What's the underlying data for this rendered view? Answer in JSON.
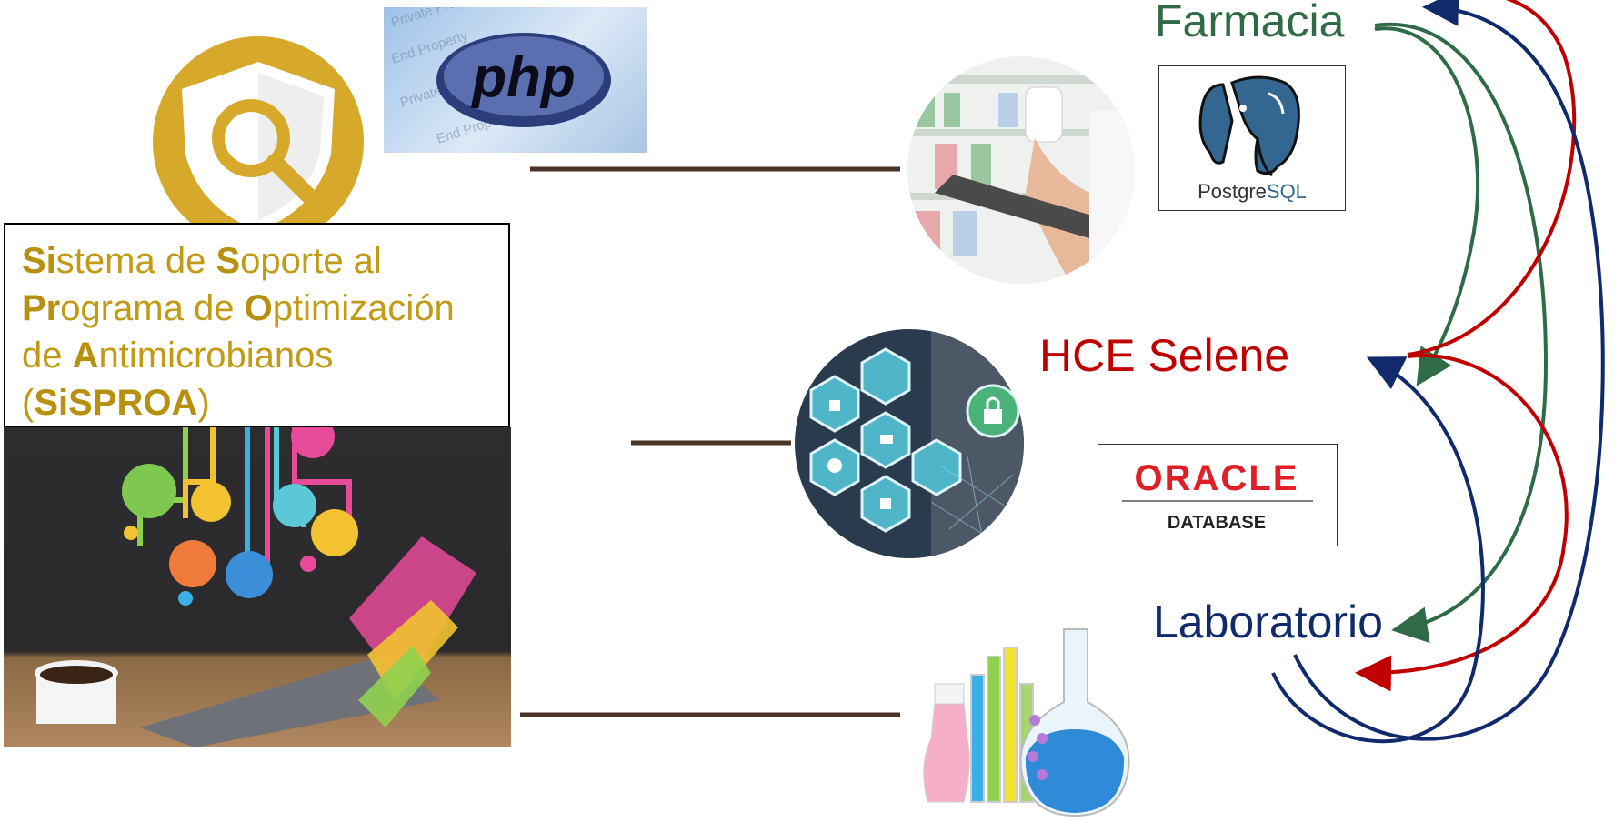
{
  "title": {
    "segments": [
      {
        "text": "Si",
        "bold": true
      },
      {
        "text": "stema de ",
        "bold": false
      },
      {
        "text": "S",
        "bold": true
      },
      {
        "text": "oporte al",
        "bold": false
      },
      {
        "br": true
      },
      {
        "text": "Pr",
        "bold": true
      },
      {
        "text": "ograma de ",
        "bold": false
      },
      {
        "text": "O",
        "bold": true
      },
      {
        "text": "ptimización",
        "bold": false
      },
      {
        "br": true
      },
      {
        "text": "de ",
        "bold": false
      },
      {
        "text": "A",
        "bold": true
      },
      {
        "text": "ntimicrobianos",
        "bold": false
      },
      {
        "br": true
      },
      {
        "text": "(",
        "bold": false
      },
      {
        "text": "SiSPROA",
        "bold": true
      },
      {
        "text": ")",
        "bold": false
      }
    ]
  },
  "php_logo": {
    "text": "php"
  },
  "nodes": {
    "farmacia": {
      "label": "Farmacia",
      "color": "#2f6b47"
    },
    "hce": {
      "label": "HCE Selene",
      "color": "#c00000"
    },
    "laboratorio": {
      "label": "Laboratorio",
      "color": "#102a6b"
    }
  },
  "db_logos": {
    "postgres": {
      "prefix": "Postgre",
      "suffix": "SQL"
    },
    "oracle": {
      "name": "ORACLE",
      "sub": "DATABASE"
    }
  },
  "colors": {
    "gold": "#c19a16",
    "green": "#2f6b47",
    "red": "#c00000",
    "navy": "#102a6b"
  }
}
